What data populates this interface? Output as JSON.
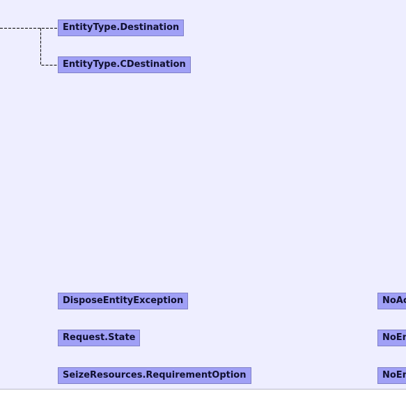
{
  "tree": {
    "nodes": [
      {
        "label": "EntityType.Destination"
      },
      {
        "label": "EntityType.CDestination"
      }
    ]
  },
  "left_column": {
    "nodes": [
      {
        "label": "DisposeEntityException"
      },
      {
        "label": "Request.State"
      },
      {
        "label": "SeizeResources.RequirementOption"
      }
    ]
  },
  "right_column": {
    "nodes": [
      {
        "label": "NoAc"
      },
      {
        "label": "NoEn"
      },
      {
        "label": "NoEn"
      }
    ]
  },
  "colors": {
    "background": "#eeeeff",
    "node_fill": "#a0a0f6",
    "node_border": "#8080c8",
    "connector": "#000000"
  }
}
